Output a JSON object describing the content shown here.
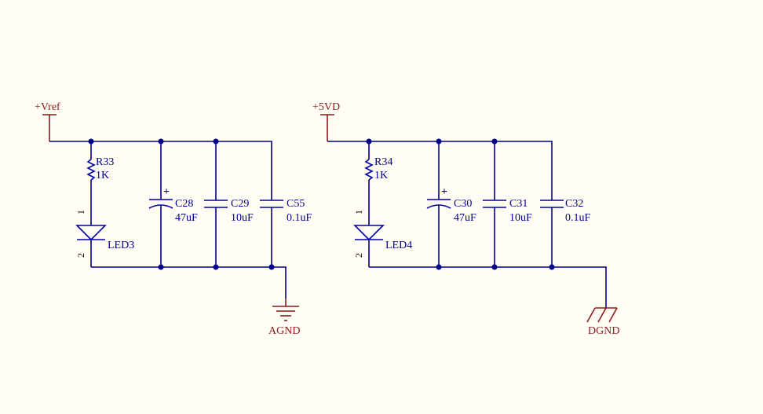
{
  "left": {
    "power": "+Vref",
    "ground": "AGND",
    "resistor": {
      "ref": "R33",
      "value": "1K"
    },
    "led": {
      "ref": "LED3",
      "pin1": "1",
      "pin2": "2"
    },
    "caps": [
      {
        "ref": "C28",
        "value": "47uF"
      },
      {
        "ref": "C29",
        "value": "10uF"
      },
      {
        "ref": "C55",
        "value": "0.1uF"
      }
    ]
  },
  "right": {
    "power": "+5VD",
    "ground": "DGND",
    "resistor": {
      "ref": "R34",
      "value": "1K"
    },
    "led": {
      "ref": "LED4",
      "pin1": "1",
      "pin2": "2"
    },
    "caps": [
      {
        "ref": "C30",
        "value": "47uF"
      },
      {
        "ref": "C31",
        "value": "10uF"
      },
      {
        "ref": "C32",
        "value": "0.1uF"
      }
    ]
  },
  "colors": {
    "wire": "#00008b",
    "component": "#0000a8",
    "power": "#8b1a1a",
    "background": "#fffdf4"
  }
}
